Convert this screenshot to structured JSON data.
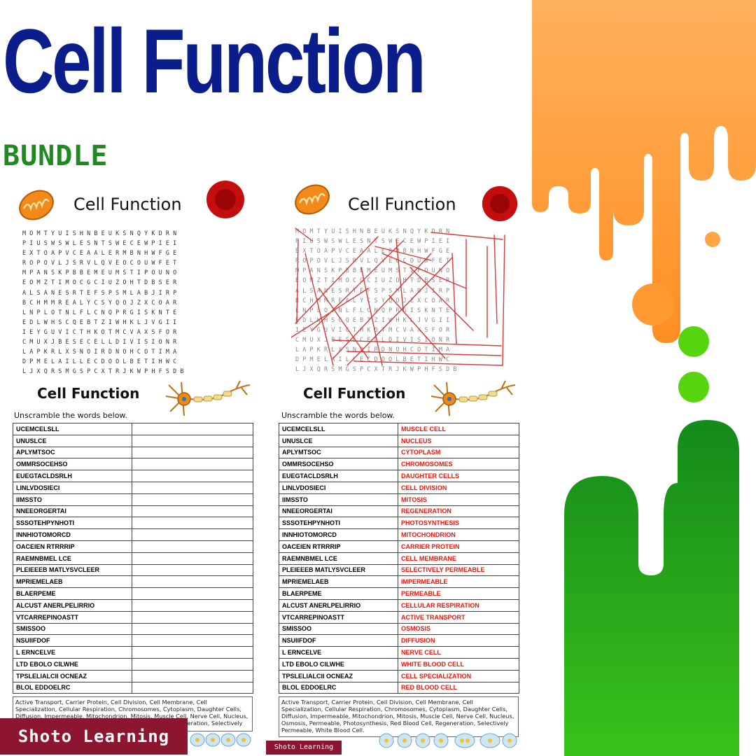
{
  "page": {
    "title": "Cell Function",
    "subtitle": "BUNDLE"
  },
  "wordsearch": {
    "title": "Cell Function",
    "grid": [
      "MOMTYUISHNBEUKSNQYKDRN",
      "PIUSWSWLESNTSWECEWPIEI",
      "EXTOAPVCEAALERMBNHWFGE",
      "ROPOVLJSRVLQVEOCOUWFET",
      "MPANSKPBBEMEUMSTIPOUNO",
      "EOMZTIMOCGCIUZOHTDBSER",
      "ALSANESRTEFSPSMLABJIRP",
      "BCHMMREALYCSYQOJZXCOAR",
      "LNPLOTNLFLCNQPRGISKNTE",
      "EDLWHSCQEBTZIWHKLJVGII",
      "IEYGUVICTHKOTMCVAXSFOR",
      "CMUXJBESECELLDIVISIONR",
      "LAPKRLXSNOIRDNOHCOTIMA",
      "DPMELAILLECDOOLBETIHWC",
      "LJXQRSMGSPCXTRJKWPHFSDB"
    ]
  },
  "worksheet": {
    "title": "Cell Function",
    "instructions": "Unscramble the words below.",
    "scrambled": [
      "UCEMCELSLL",
      "UNUSLCE",
      "APLYMTSOC",
      "OMMRSOCEHSO",
      "EUEGTACLDSRLH",
      "LINLVDOSIECI",
      "IIMSSTO",
      "NNEEORGERTAI",
      "SSSOTEHPYNHOTI",
      "INNHIOTOMORCD",
      "OACEIEN RTRRRIP",
      "RAEMNBMEL LCE",
      "PLEIEEEB MATLYSVCLEER",
      "MPRIEMELAEB",
      "BLAERPEME",
      "ALCUST ANERLPELIRRIO",
      "VTCARREPINOASTT",
      "SMISSOO",
      "NSUIIFDOF",
      "L ERNCELVE",
      "LTD EBOLO CILWHE",
      "TPSLELIALCII OCNEAZ",
      "BLOL EDDOELRC"
    ],
    "answers": [
      "MUSCLE CELL",
      "NUCLEUS",
      "CYTOPLASM",
      "CHROMOSOMES",
      "DAUGHTER CELLS",
      "CELL DIVISION",
      "MITOSIS",
      "REGENERATION",
      "PHOTOSYNTHESIS",
      "MITOCHONDRION",
      "CARRIER PROTEIN",
      "CELL MEMBRANE",
      "SELECTIVELY PERMEABLE",
      "IMPERMEABLE",
      "PERMEABLE",
      "CELLULAR RESPIRATION",
      "ACTIVE TRANSPORT",
      "OSMOSIS",
      "DIFFUSION",
      "NERVE CELL",
      "WHITE BLOOD CELL",
      "CELL SPECIALIZATION",
      "RED BLOOD CELL"
    ],
    "word_bank": "Active Transport, Carrier Protein, Cell Division, Cell Membrane, Cell Specialization, Cellular Respiration, Chromosomes, Cytoplasm, Daughter Cells, Diffusion, Impermeable, Mitochondrion, Mitosis, Muscle Cell, Nerve Cell, Nucleus, Osmosis, Permeable, Photosynthesis, Red Blood Cell, Regeneration, Selectively Permeable, White Blood Cell."
  },
  "brand": {
    "name_large": "Shoto Learning",
    "name_small": "Shoto Learning"
  },
  "colors": {
    "title": "#0b1d8a",
    "subtitle": "#1f8a1f",
    "orange": "#ff9a33",
    "green": "#3cb41f",
    "answer_red": "#e8160c",
    "badge": "#8c1530"
  },
  "icons": [
    "mitochondria-icon",
    "red-blood-cell-icon",
    "neuron-icon",
    "cell-division-icons"
  ]
}
